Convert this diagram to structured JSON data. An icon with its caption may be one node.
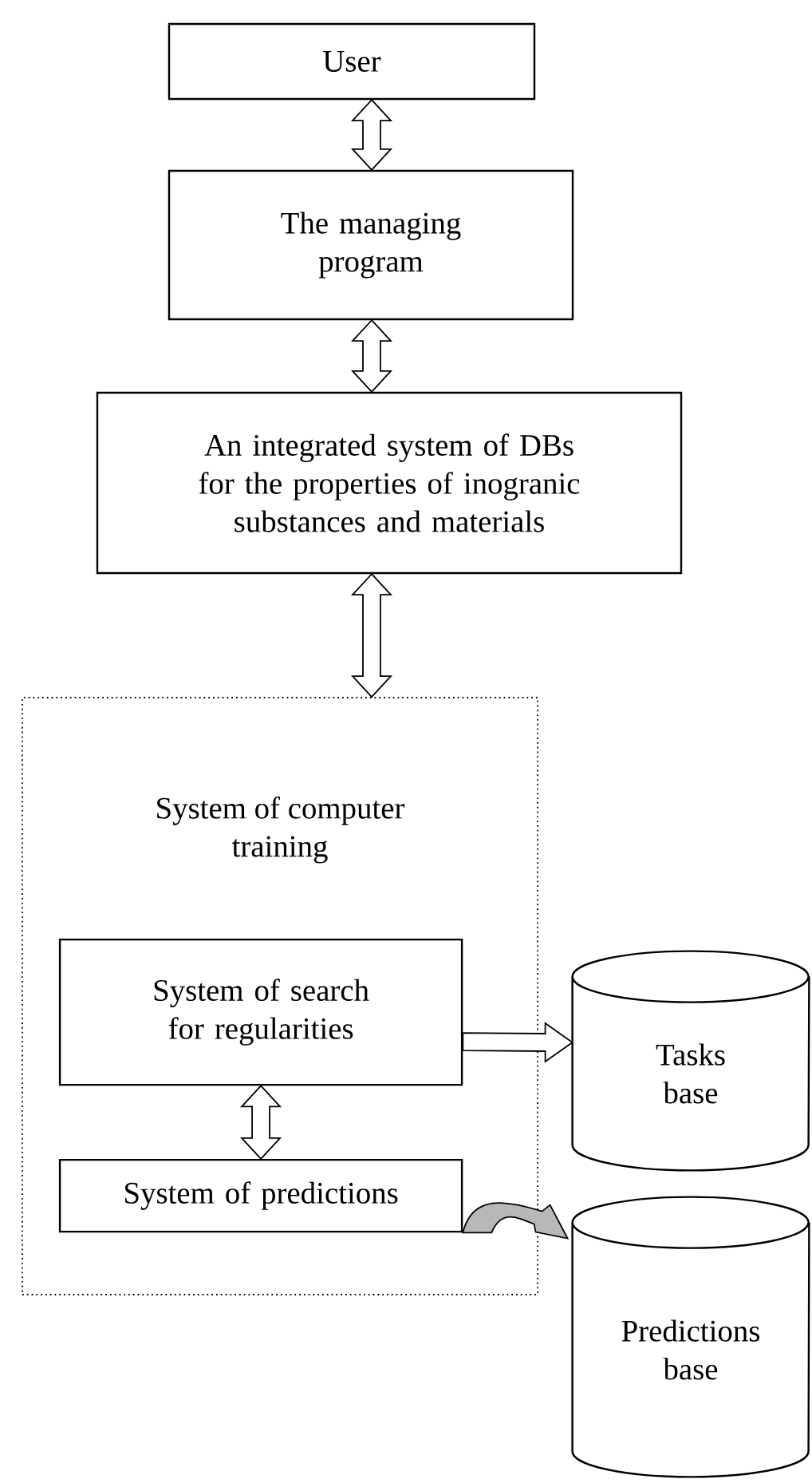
{
  "diagram": {
    "nodes": [
      {
        "text": [
          "User"
        ]
      },
      {
        "text": [
          "The managing program"
        ]
      },
      {
        "text": [
          "An integrated system of DBs for the properties of inogranic substances and materials"
        ]
      },
      {
        "text": [
          "System of computer training"
        ]
      },
      {
        "text": [
          "System of search for regularities"
        ],
        "in": 3
      },
      {
        "text": [
          "System of predictions"
        ],
        "in": 3
      },
      {
        "text": [
          "Tasks base"
        ]
      },
      {
        "text": [
          "Predictions base"
        ]
      }
    ],
    "edges": [
      {
        "from": 0,
        "to": 1,
        "arrow": "both"
      },
      {
        "from": 1,
        "to": 2,
        "arrow": "both"
      },
      {
        "from": 2,
        "to": 3,
        "arrow": "both"
      },
      {
        "from": 4,
        "to": 6,
        "arrow": "to"
      },
      {
        "from": 4,
        "to": 5,
        "arrow": "both"
      },
      {
        "from": 5,
        "to": 7,
        "arrow": "to"
      }
    ]
  }
}
